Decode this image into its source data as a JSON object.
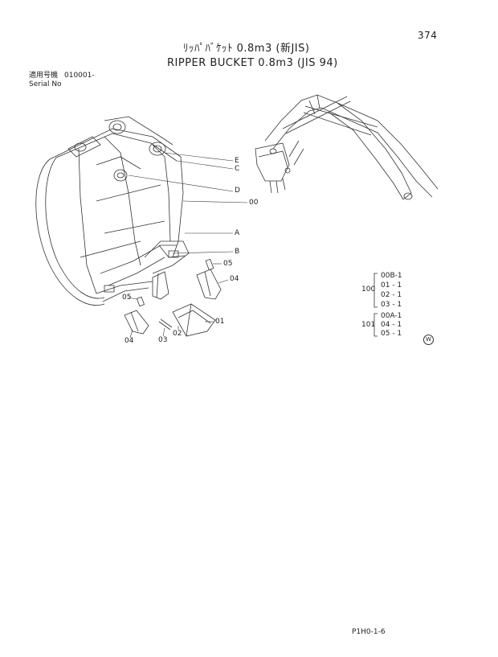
{
  "page_number": "374",
  "title_jp": "ﾘｯﾊﾟﾊﾞｹｯﾄ 0.8m3 (新JIS)",
  "title_en": "RIPPER BUCKET 0.8m3 (JIS 94)",
  "serial_label_jp": "適用号機",
  "serial_value": "010001-",
  "serial_label_en": "Serial No",
  "callouts": [
    "E",
    "C",
    "D",
    "00",
    "A",
    "B",
    "05",
    "04",
    "05",
    "04",
    "03",
    "02",
    "01"
  ],
  "assembly_table": [
    {
      "group": "100",
      "items": [
        "00B-1",
        "01 - 1",
        "02 - 1",
        "03 - 1"
      ]
    },
    {
      "group": "101",
      "items": [
        "00A-1",
        "04 - 1",
        "05 - 1"
      ]
    }
  ],
  "w_mark": "W",
  "footer_code": "P1H0-1-6"
}
